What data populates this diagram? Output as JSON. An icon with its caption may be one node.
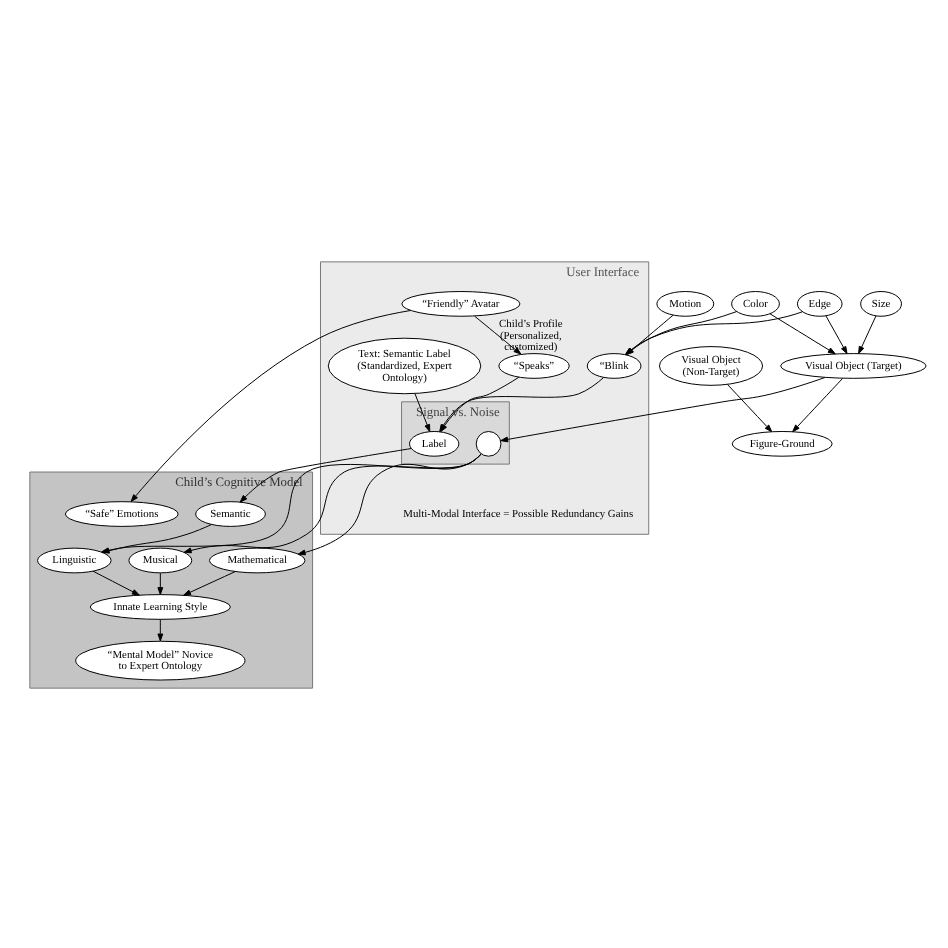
{
  "diagram": {
    "nodes": [
      {
        "text": [
          "User Interface"
        ]
      },
      {
        "text": [
          "Signal vs. Noise"
        ],
        "in": 0
      },
      {
        "text": [
          "Child’s Cognitive Model"
        ]
      },
      {
        "text": [
          "Edge"
        ]
      },
      {
        "text": [
          "Color"
        ]
      },
      {
        "text": [
          "Motion"
        ]
      },
      {
        "text": [
          "Size"
        ]
      },
      {
        "text": [
          "Figure-Ground"
        ]
      },
      {
        "text": [
          "Visual Object (Target)"
        ]
      },
      {
        "text": [
          "Visual Object (Non-Target)"
        ]
      },
      {
        "text": [
          "“Blink"
        ],
        "in": 0
      },
      {
        "text": [
          "“Speaks”"
        ],
        "in": 0,
        "beside": [
          "Child’s Profile (Personalized, customized)"
        ]
      },
      {
        "text": [
          "“Friendly” Avatar"
        ],
        "in": 0
      },
      {
        "text": [
          "Text: Semantic Label (Standardized, Expert Ontology)"
        ],
        "in": 0
      },
      {
        "text": [
          "Label"
        ],
        "in": 1
      },
      {
        "text": [],
        "shape": "circle",
        "in": 1
      },
      {
        "text": [
          "Semantic"
        ],
        "in": 2
      },
      {
        "text": [
          "Linguistic"
        ],
        "in": 2
      },
      {
        "text": [
          "Musical"
        ],
        "in": 2
      },
      {
        "text": [
          "Mathematical"
        ],
        "in": 2
      },
      {
        "text": [
          "Innate Learning Style"
        ],
        "in": 2
      },
      {
        "text": [
          "“Mental Model” Novice to Expert Ontology"
        ],
        "in": 2
      },
      {
        "text": [
          "“Safe” Emotions"
        ],
        "in": 2
      }
    ],
    "edges": [
      {
        "from": 3,
        "to": 8,
        "arrow": "to"
      },
      {
        "from": 4,
        "to": 8,
        "arrow": "to"
      },
      {
        "from": 6,
        "to": 8,
        "arrow": "to"
      },
      {
        "from": 8,
        "to": 7,
        "arrow": "to"
      },
      {
        "from": 9,
        "to": 7,
        "arrow": "to"
      },
      {
        "from": 3,
        "to": 10,
        "arrow": "to"
      },
      {
        "from": 4,
        "to": 10,
        "arrow": "to"
      },
      {
        "from": 5,
        "to": 10,
        "arrow": "to"
      },
      {
        "from": 8,
        "to": 15,
        "arrow": "to"
      },
      {
        "from": 10,
        "to": 14,
        "arrow": "to"
      },
      {
        "from": 11,
        "to": 14,
        "arrow": "to"
      },
      {
        "from": 13,
        "to": 14,
        "arrow": "to"
      },
      {
        "from": 12,
        "to": 11,
        "arrow": "to"
      },
      {
        "from": 12,
        "to": 22,
        "arrow": "to"
      },
      {
        "from": 14,
        "to": 16,
        "arrow": "to"
      },
      {
        "from": 16,
        "to": 17,
        "arrow": "to"
      },
      {
        "from": 15,
        "to": 17,
        "arrow": "to"
      },
      {
        "from": 15,
        "to": 18,
        "arrow": "to"
      },
      {
        "from": 15,
        "to": 19,
        "arrow": "to"
      },
      {
        "from": 17,
        "to": 20,
        "arrow": "to"
      },
      {
        "from": 18,
        "to": 20,
        "arrow": "to"
      },
      {
        "from": 19,
        "to": 20,
        "arrow": "to"
      },
      {
        "from": 20,
        "to": 21,
        "arrow": "to"
      }
    ],
    "labels": [
      "Multi-Modal Interface = Possible Redundancy Gains"
    ]
  }
}
